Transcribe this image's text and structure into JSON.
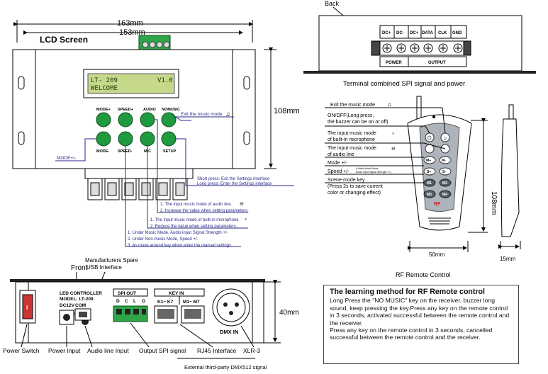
{
  "top_device": {
    "dim_outer": "163mm",
    "dim_inner": "153mm",
    "dim_height": "108mm",
    "lcd_caption": "LCD Screen",
    "lcd_line1_left": "LT- 209",
    "lcd_line1_right": "V1.0",
    "lcd_line2": "WELCOME",
    "btn_mode_plus": "MODE+",
    "btn_speed_plus": "SPEED+",
    "btn_audio": "AUDIO",
    "btn_nomusic": "NOMUSIC",
    "btn_mode_minus": "MODE-",
    "btn_speed_minus": "SPEED-",
    "btn_mic": "MIC",
    "btn_setup": "SETUP",
    "note_exit_music": "Exit the music mode",
    "note_mode": "MODE+/-",
    "note_setup_1": "Short press: Exit the Settings interface",
    "note_setup_2": "Long press: Enter the Settings interface",
    "note_audio_1": "1. The input music mode of audio line.",
    "note_audio_2": "2. Increase the value when setting parameters.",
    "note_mic_1": "1. The input music mode of built-in microphone",
    "note_mic_2": "2. Reduce the value when setting parameters.",
    "note_speed_1": "1. Under Music Mode, Audio input Signal Strength +/-",
    "note_speed_2": "2. Under Non-music Mode, Speed +/-",
    "note_speed_3": "3. As move around key when enter the manual settings."
  },
  "back": {
    "title": "Back",
    "labels": [
      "DC+",
      "DC-",
      "DC+",
      "DATA",
      "CLK",
      "GND"
    ],
    "power": "POWER",
    "output": "OUTPUT",
    "caption": "Terminal combined SPI signal and power"
  },
  "remote": {
    "exit_music": "Exit the music mode",
    "onoff_1": "ON/OFF(Long press,",
    "onoff_2": "the buzzer can be on or off)",
    "mic_1": "The input music mode",
    "mic_2": "of built-in microphone",
    "line_1": "The input music mode",
    "line_2": "of audio line",
    "mode": "Mode +/-",
    "speed": "Speed +/-",
    "speed_small_1": "(Under Music Mode,",
    "speed_small_2": "Audio input Signal Strength +/-)",
    "scene_1": "Scene-mode key",
    "scene_2": "(Press 2s to save current",
    "scene_3": "color or changing effect)",
    "keys": [
      "M+",
      "M-",
      "S+",
      "S-",
      "M1",
      "M2",
      "M3",
      "M4"
    ],
    "brand": "RF",
    "dim_height": "108mm",
    "dim_width": "50mm",
    "dim_side": "15mm",
    "caption": "RF Remote Control"
  },
  "front": {
    "title": "Front",
    "mfr_1": "Manufacturers Spare",
    "mfr_2": "USB Interface",
    "model_1": "LED CONTROLLER",
    "model_2": "MODEL: LT-209",
    "dc12v": "DC12V",
    "com": "COM",
    "spi_out": "SPI OUT",
    "spi_pins": [
      "D",
      "C",
      "L",
      "G"
    ],
    "key_in": "KEY IN",
    "key_in_1": "K1~ K7",
    "key_in_2": "M1~ M7",
    "dmx_in": "DMX IN",
    "switch_mark": "I",
    "dim_height": "40mm",
    "lbl_power_switch": "Power Switch",
    "lbl_power_input": "Power Input",
    "lbl_audio": "Audio line Input",
    "lbl_spi": "Output SPI signal",
    "lbl_rj45": "RJ45 Interface",
    "lbl_xlr": "XLR-3",
    "lbl_dmx": "External third-party DMX512 signal"
  },
  "learning": {
    "title": "The learning method for RF Remote control",
    "p1": "Long Press the \"NO MUSIC\" key on the receiver, buzzer long sound, keep pressing the key.Press any key on the remote control in 3 seconds, activated successful between the remote control and the receiver.",
    "p2": "Press any key on the remote control in 3 seconds, cancelled successful between the remote control and the receiver."
  }
}
